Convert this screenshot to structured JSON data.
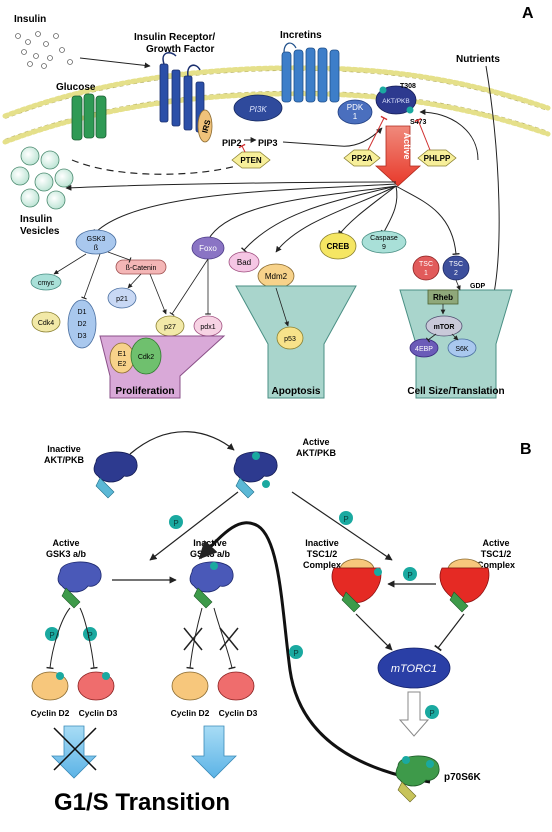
{
  "panel_a": {
    "panel_label": "A",
    "molecules": {
      "insulin": "Insulin",
      "receptor_line1": "Insulin Receptor/",
      "receptor_line2": "Growth Factor",
      "incretins": "Incretins",
      "nutrients": "Nutrients",
      "glucose": "Glucose",
      "irs": "IRS",
      "pi3k": "PI3K",
      "pip2": "PIP2",
      "pip3": "PIP3",
      "pdk1_line1": "PDK",
      "pdk1_line2": "1",
      "akt_membrane": "AKT/PKB",
      "t308": "T308",
      "s473": "S473",
      "active": "Active",
      "pten": "PTEN",
      "pp2a": "PP2A",
      "phlpp": "PHLPP",
      "insulin_vesicles_line1": "Insulin",
      "insulin_vesicles_line2": "Vesicles",
      "gsk3_line1": "GSK3",
      "gsk3_line2": "ß",
      "cmyc": "cmyc",
      "beta_catenin": "ß-Catenin",
      "foxo": "Foxo",
      "p21": "p21",
      "p27": "p27",
      "pdx1": "pdx1",
      "cdk4": "Cdk4",
      "d1": "D1",
      "d2": "D2",
      "d3": "D3",
      "e1": "E1",
      "e2": "E2",
      "cdk2": "Cdk2",
      "bad": "Bad",
      "mdm2": "Mdm2",
      "creb": "CREB",
      "caspase_line1": "Caspase",
      "caspase_line2": "9",
      "p53": "p53",
      "tsc1_line1": "TSC",
      "tsc1_line2": "1",
      "tsc2_line1": "TSC",
      "tsc2_line2": "2",
      "rheb": "Rheb",
      "gdp": "GDP",
      "mtor": "mTOR",
      "ebp4": "4EBP",
      "s6k": "S6K"
    },
    "outcomes": {
      "proliferation": "Proliferation",
      "apoptosis": "Apoptosis",
      "cell_size": "Cell Size/Translation"
    },
    "colors": {
      "membrane_head": "#e5e08a",
      "proliferation": "#d9a9d8",
      "apoptosis": "#a9d5cc",
      "cell_size": "#a9d5cc",
      "active_arrow": "#ef5a4f",
      "receptor_blue": "#2b4fa8",
      "glucose_green": "#2f9a55"
    }
  },
  "panel_b": {
    "panel_label": "B",
    "inactive_akt_line1": "Inactive",
    "inactive_akt_line2": "AKT/PKB",
    "active_akt_line1": "Active",
    "active_akt_line2": "AKT/PKB",
    "active_gsk3_line1": "Active",
    "active_gsk3_line2": "GSK3 a/b",
    "inactive_gsk3_line1": "Inactive",
    "inactive_gsk3_line2": "GSK3 a/b",
    "inactive_tsc_line1": "Inactive",
    "inactive_tsc_line2": "TSC1/2",
    "inactive_tsc_line3": "Complex",
    "active_tsc_line1": "Active",
    "active_tsc_line2": "TSC1/2",
    "active_tsc_line3": "Complex",
    "mtorc1": "mTORC1",
    "p70s6k": "p70S6K",
    "cyclin_d2_a": "Cyclin D2",
    "cyclin_d3_a": "Cyclin D3",
    "cyclin_d2_b": "Cyclin D2",
    "cyclin_d3_b": "Cyclin D3",
    "phospho": "P",
    "transition": "G1/S Transition",
    "colors": {
      "kinase_blue": "#2d3a8f",
      "cyclin_orange": "#f7c77c",
      "cyclin_red": "#ef6d6d",
      "phospho_teal": "#1aa9a0",
      "transition_arrow": "#7cc2ea",
      "mtorc1_blue": "#2a3fa6"
    }
  }
}
